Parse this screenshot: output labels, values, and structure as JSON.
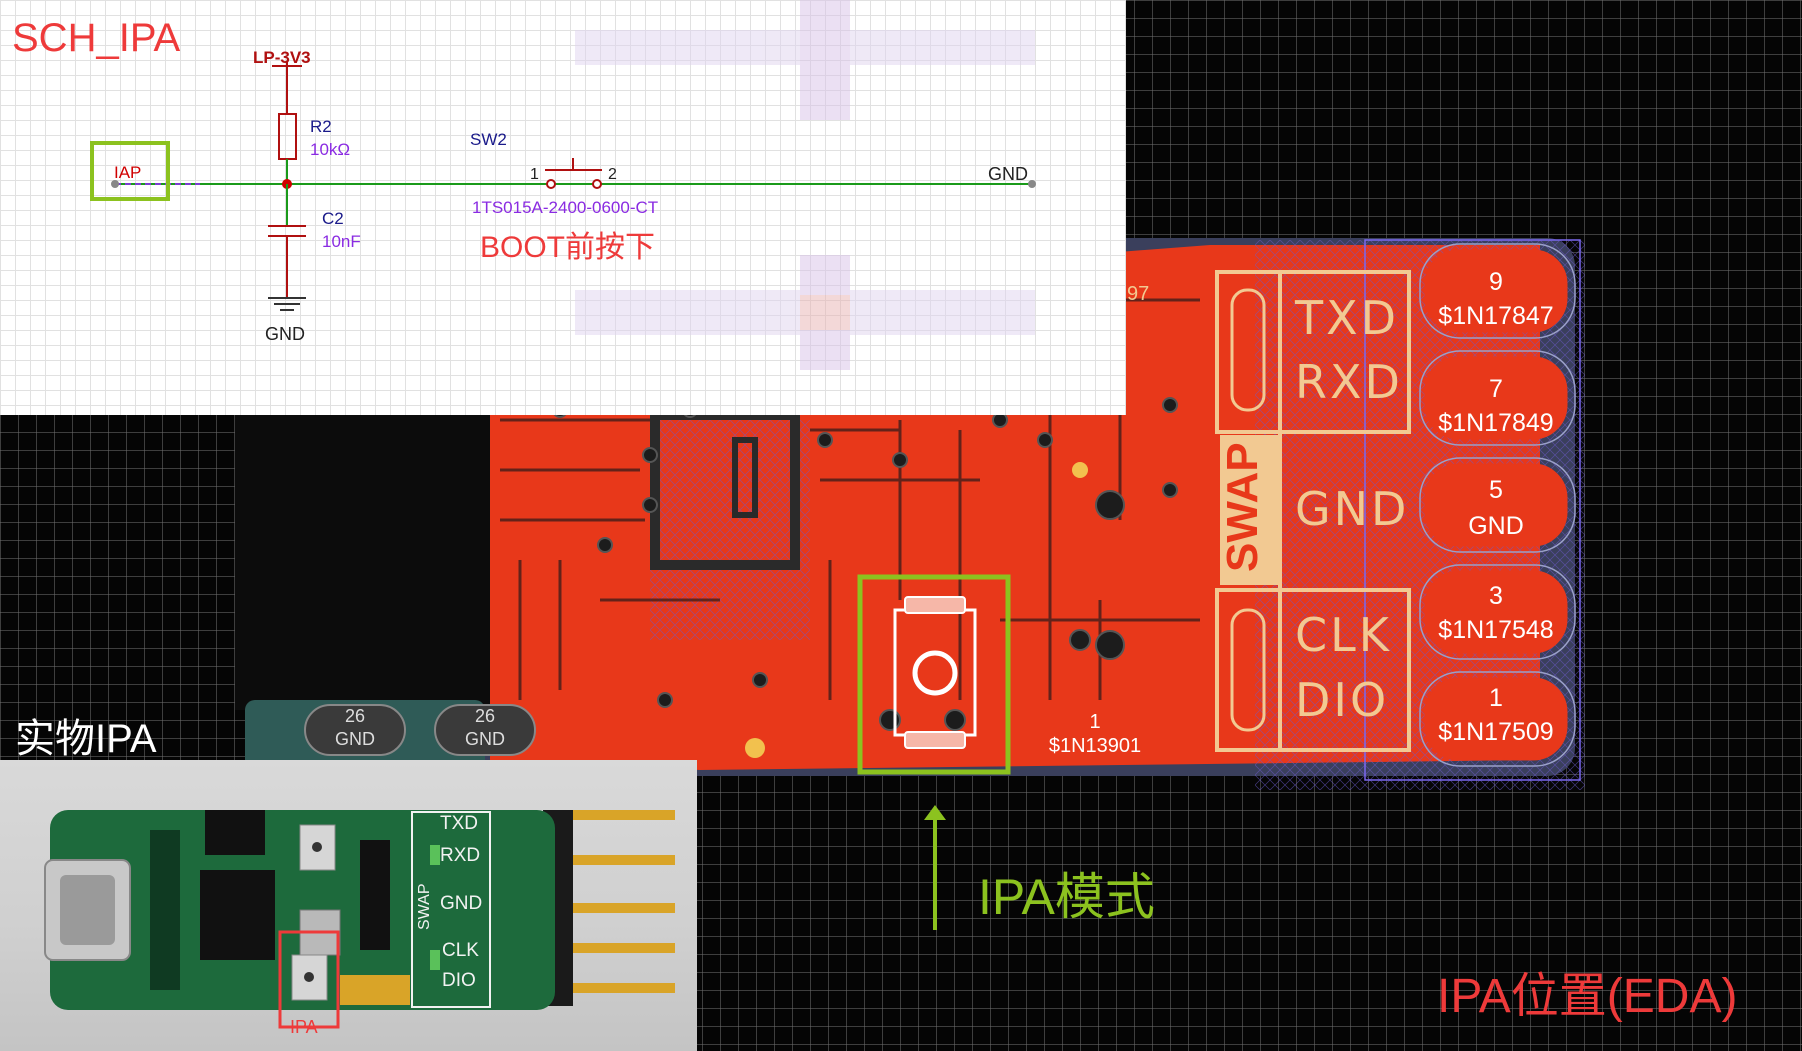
{
  "schematic": {
    "title": "SCH_IPA",
    "power_net": "LP-3V3",
    "net_label_iap": "IAP",
    "r2_ref": "R2",
    "r2_value": "10kΩ",
    "c2_ref": "C2",
    "c2_value": "10nF",
    "gnd_label": "GND",
    "gnd_right": "GND",
    "sw_ref": "SW2",
    "sw_pin1": "1",
    "sw_pin2": "2",
    "sw_part": "1TS015A-2400-0600-CT",
    "note": "BOOT前按下"
  },
  "pcb": {
    "pins": [
      {
        "num": "9",
        "net": "$1N17847"
      },
      {
        "num": "7",
        "net": "$1N17849"
      },
      {
        "num": "5",
        "net": "GND"
      },
      {
        "num": "3",
        "net": "$1N17548"
      },
      {
        "num": "1",
        "net": "$1N17509"
      }
    ],
    "silk_txd": "TXD",
    "silk_rxd": "RXD",
    "silk_swap": "SWAP",
    "silk_gnd": "GND",
    "silk_clk": "CLK",
    "silk_dio": "DIO",
    "pad_26_a_num": "26",
    "pad_26_a_net": "GND",
    "pad_26_b_num": "26",
    "pad_26_b_net": "GND",
    "pad_1_num": "1",
    "pad_1_net": "$1N13901",
    "label_97": "97",
    "mode_label": "IPA模式",
    "position_label": "IPA位置(EDA)"
  },
  "photo": {
    "title": "实物IPA",
    "ipa_label": "IPA",
    "silk_txd": "TXD",
    "silk_rxd": "RXD",
    "silk_gnd": "GND",
    "silk_clk": "CLK",
    "silk_dio": "DIO",
    "silk_swap": "SWAP"
  },
  "colors": {
    "copper": "#e8381a",
    "silk": "#f2c992",
    "highlight": "#8cc21f",
    "annotation_red": "#ee3a3a",
    "schematic_wire": "#1a9a1a",
    "schematic_part": "#b01010",
    "schematic_value": "#8a2be2"
  }
}
